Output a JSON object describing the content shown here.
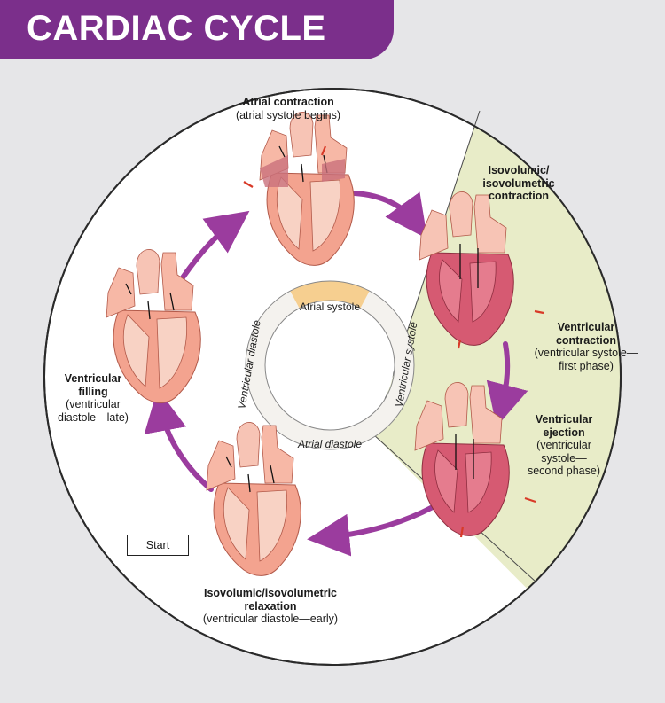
{
  "title": "CARDIAC CYCLE",
  "stages": {
    "atrial_contraction": {
      "name": "Atrial contraction",
      "detail": "(atrial systole begins)"
    },
    "isovolumic_contraction": {
      "name1": "Isovolumic/",
      "name2": "isovolumetric",
      "name3": "contraction"
    },
    "ventricular_contraction": {
      "name": "Ventricular",
      "name2": "contraction",
      "detail1": "(ventricular systole—",
      "detail2": "first phase)"
    },
    "ventricular_ejection": {
      "name": "Ventricular",
      "name2": "ejection",
      "detail1": "(ventricular",
      "detail2": "systole—",
      "detail3": "second phase)"
    },
    "isovolumic_relaxation": {
      "name1": "Isovolumic/isovolumetric",
      "name2": "relaxation",
      "detail": "(ventricular diastole—early)"
    },
    "ventricular_filling": {
      "name1": "Ventricular",
      "name2": "filling",
      "detail1": "(ventricular",
      "detail2": "diastole—late)"
    }
  },
  "ring": {
    "atrial_systole": "Atrial systole",
    "atrial_diastole": "Atrial diastole",
    "ventricular_diastole": "Ventricular diastole",
    "ventricular_systole": "Ventricular systole"
  },
  "start_label": "Start",
  "colors": {
    "banner": "#7b2f8b",
    "arrow": "#9b3c9e",
    "systole_wedge": "#e8ecc8",
    "atrium": "#f7b8a6",
    "ventricle_relaxed": "#f3a38f",
    "ventricle_contracted": "#c8506a",
    "pressure_arrow": "#d83a28"
  }
}
